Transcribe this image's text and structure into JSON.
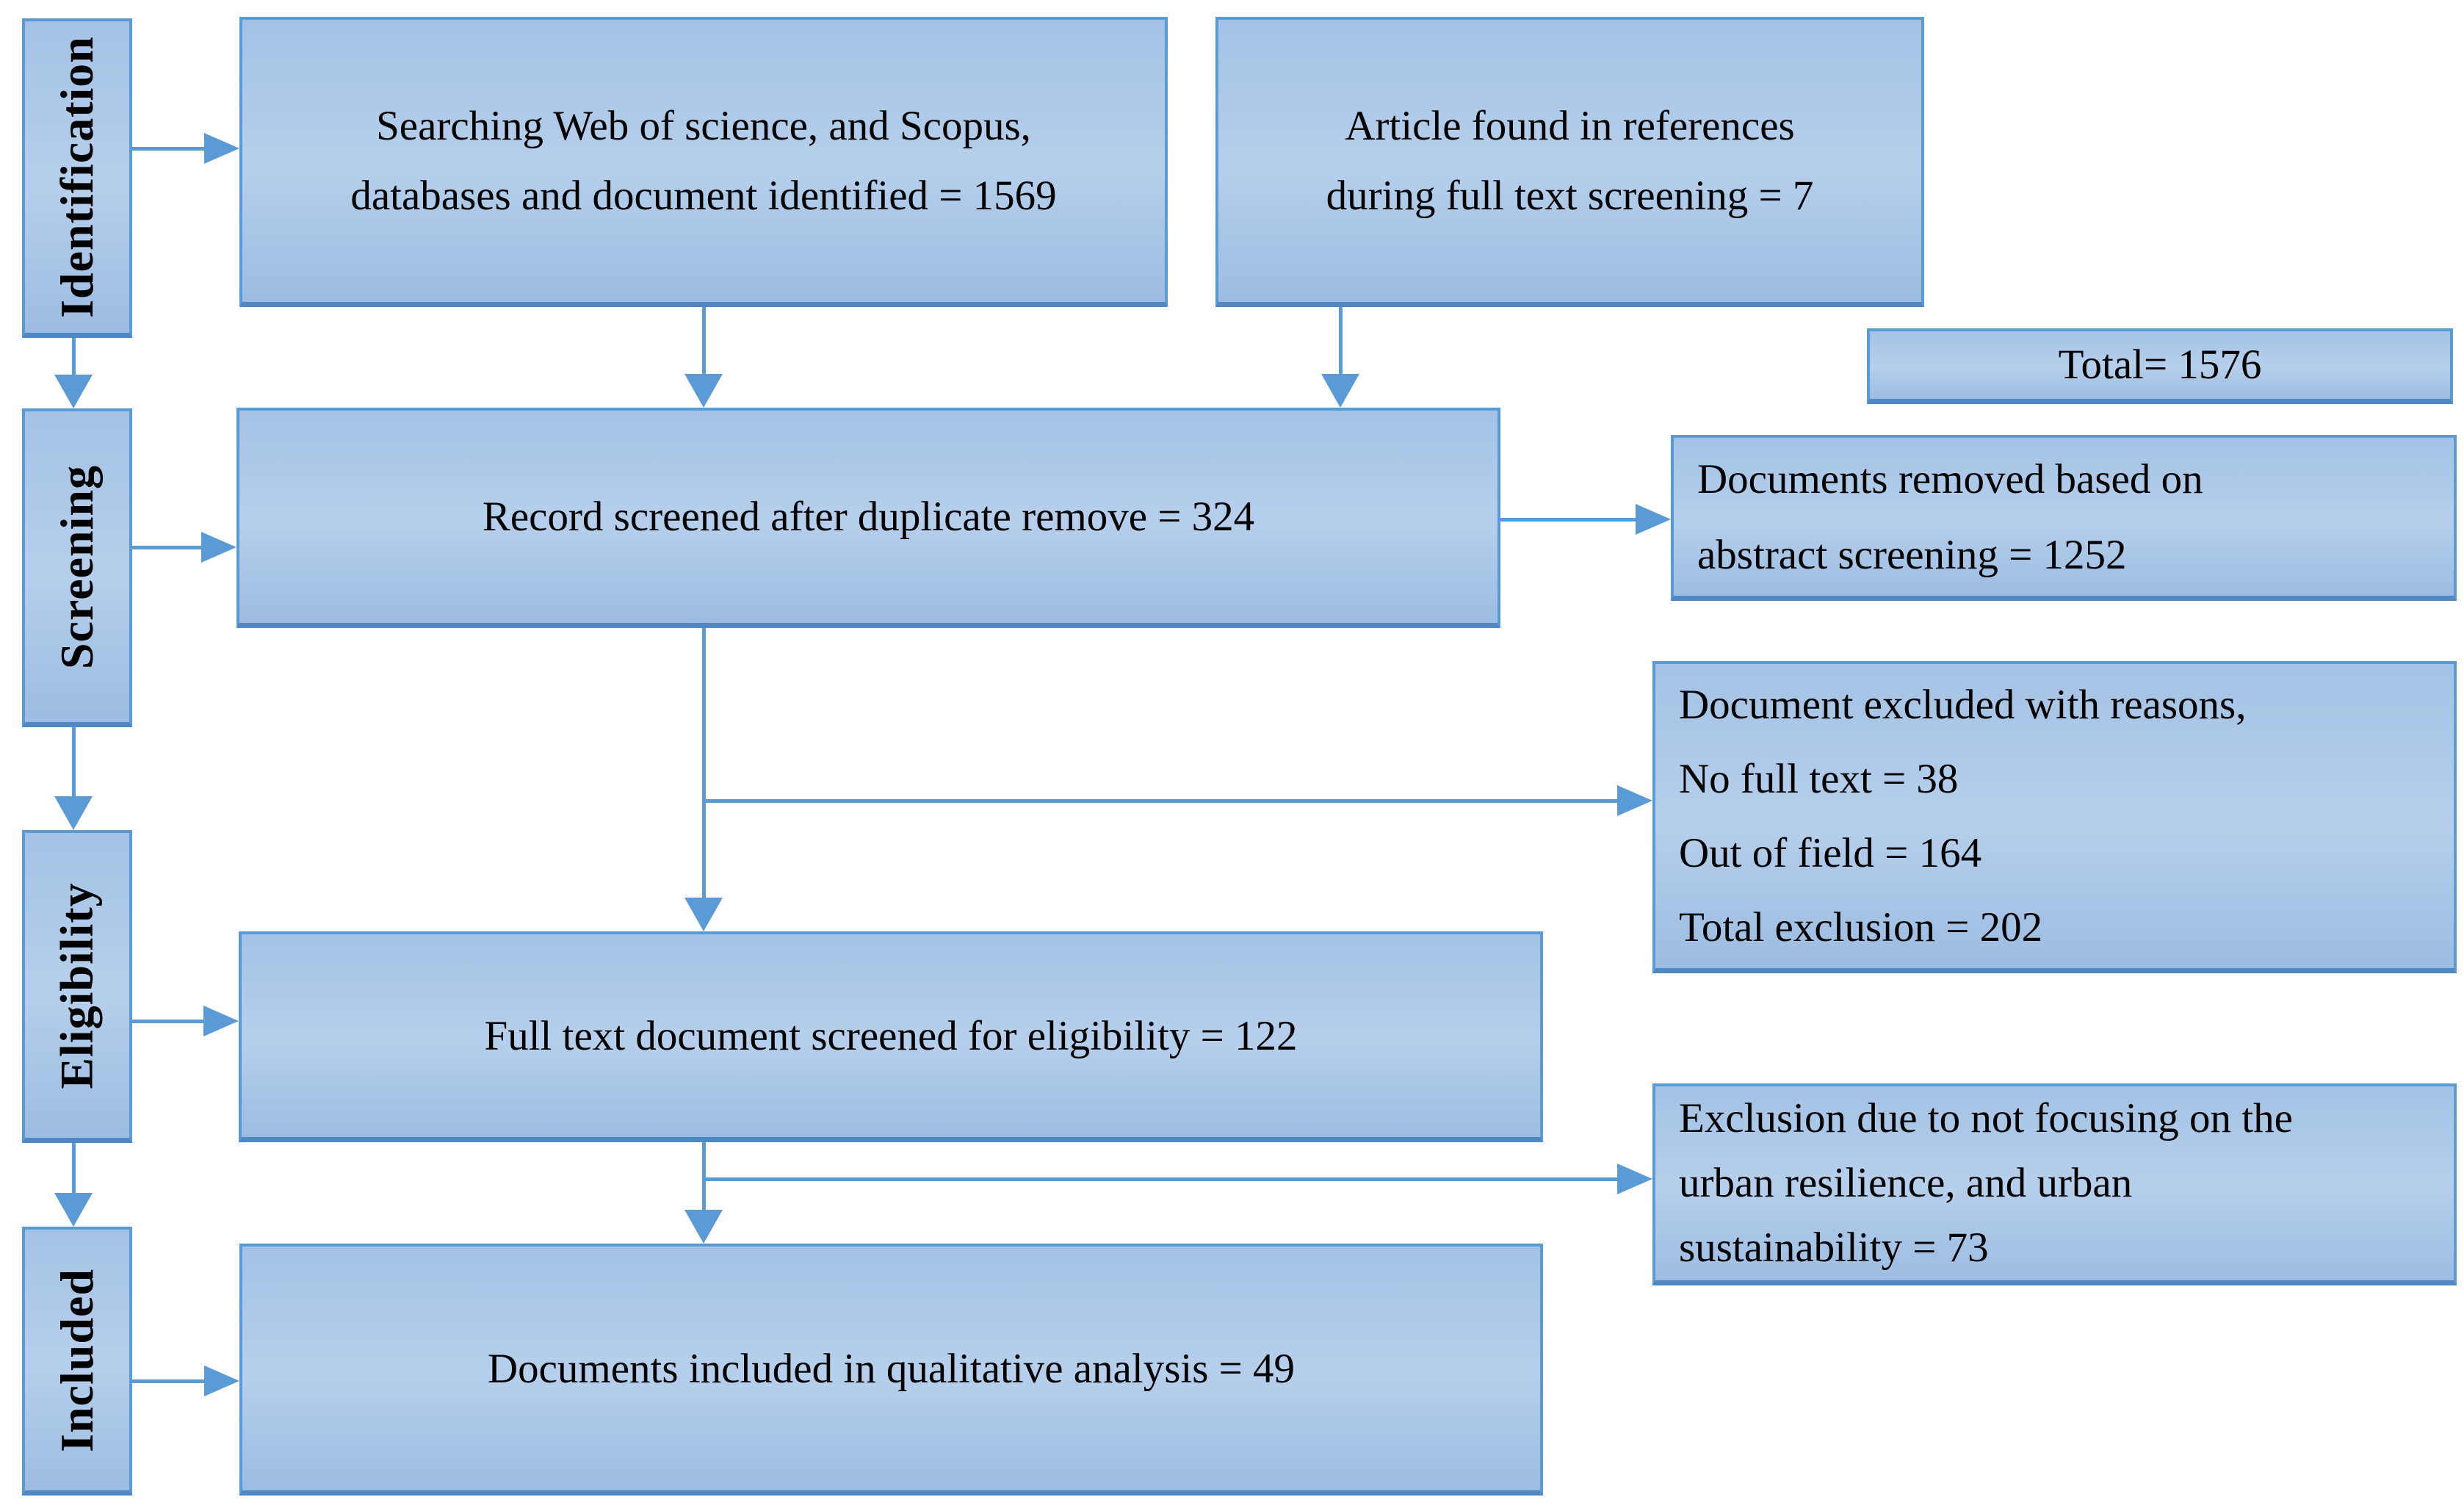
{
  "colors": {
    "box_fill_top": "#a4c2e5",
    "box_fill_mid": "#b6cfec",
    "box_fill_bottom": "#9cbce1",
    "box_border": "#5b9bd5",
    "arrow": "#5b9bd5",
    "text": "#000000"
  },
  "stages": [
    {
      "label": "Identification"
    },
    {
      "label": "Screening"
    },
    {
      "label": "Eligibility"
    },
    {
      "label": "Included"
    }
  ],
  "boxes": {
    "search": {
      "lines": [
        "Searching Web of science, and Scopus,",
        "databases and document identified = 1569"
      ]
    },
    "references": {
      "lines": [
        "Article found in references",
        "during full text screening = 7"
      ]
    },
    "total": {
      "text": "Total= 1576"
    },
    "record": {
      "text": "Record screened after duplicate remove = 324"
    },
    "removed": {
      "lines": [
        "Documents removed based on",
        "abstract screening = 1252"
      ]
    },
    "excluded": {
      "lines": [
        "Document excluded with reasons,",
        "No full text = 38",
        "Out of field = 164",
        "Total exclusion = 202"
      ]
    },
    "fulltext": {
      "text": "Full text document screened for eligibility = 122"
    },
    "exclusion": {
      "lines": [
        "Exclusion due to not focusing on the",
        "urban resilience, and urban",
        "sustainability = 73"
      ]
    },
    "included": {
      "text": "Documents included in qualitative analysis = 49"
    }
  }
}
